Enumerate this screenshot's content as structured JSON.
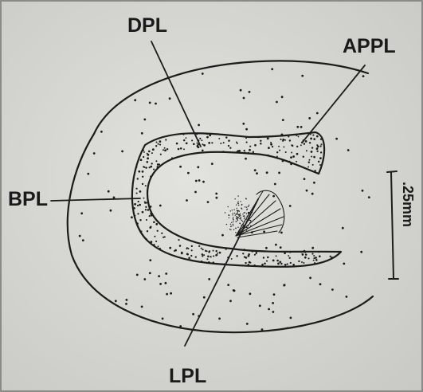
{
  "labels": {
    "dpl": "DPL",
    "appl": "APPL",
    "bpl": "BPL",
    "lpl": "LPL",
    "scale": ".25mm"
  },
  "colors": {
    "paper": "#d9d9d6",
    "ink": "#1c1c1c"
  }
}
